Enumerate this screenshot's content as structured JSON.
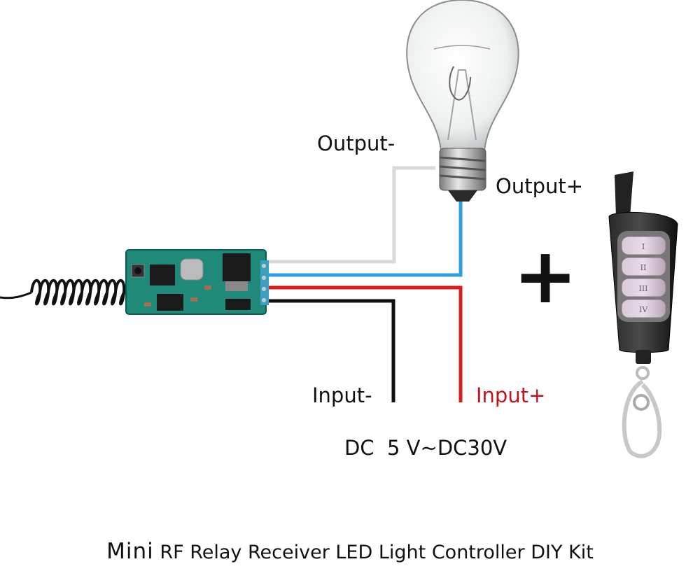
{
  "labels": {
    "output_minus": "Output-",
    "output_plus": "Output+",
    "input_minus": "Input-",
    "input_plus": "Input+",
    "voltage": "DC  5 V~DC30V",
    "plus_sign": "+"
  },
  "remote": {
    "buttons": [
      "I",
      "II",
      "III",
      "IV"
    ]
  },
  "caption": {
    "lead": "Mini",
    "rest": " RF Relay Receiver LED Light Controller DIY Kit"
  },
  "colors": {
    "wire_output_minus": "#d9d9d9",
    "wire_output_plus": "#2f9fe0",
    "wire_input_plus": "#d81e1e",
    "wire_input_minus": "#111111",
    "pcb": "#1f8a7a",
    "input_plus_text": "#c0141e"
  }
}
